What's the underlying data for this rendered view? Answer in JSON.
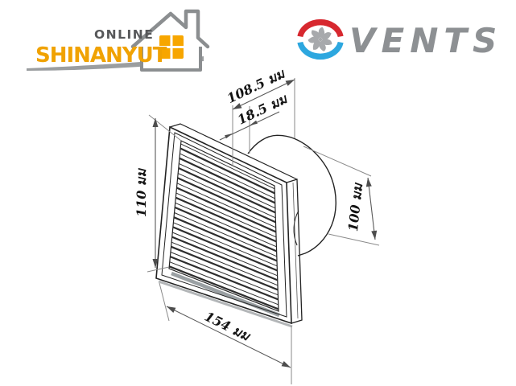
{
  "header": {
    "shinanyut": {
      "online_label": "ONLINE",
      "brand": "SHINANYUT",
      "brand_color": "#f0a202",
      "online_color": "#57585a",
      "house_outline_color": "#8b8e90",
      "window_color": "#f7a600",
      "swoosh_color": "#9b9ea0"
    },
    "vents": {
      "brand": "VENTS",
      "text_color": "#8d9093",
      "icon_red": "#d7282f",
      "icon_blue": "#2da7df",
      "icon_fan_gray": "#a7a9ac"
    }
  },
  "diagram": {
    "unit": "มม",
    "dimensions": {
      "total_depth": {
        "value": "108.5",
        "label": "108.5 มม"
      },
      "frame_depth": {
        "value": "18.5",
        "label": "18.5 มม"
      },
      "grille_height": {
        "value": "110",
        "label": "110 มม"
      },
      "duct_diameter": {
        "value": "100",
        "label": "100 มม"
      },
      "grille_width": {
        "value": "154",
        "label": "154 มม"
      }
    }
  }
}
